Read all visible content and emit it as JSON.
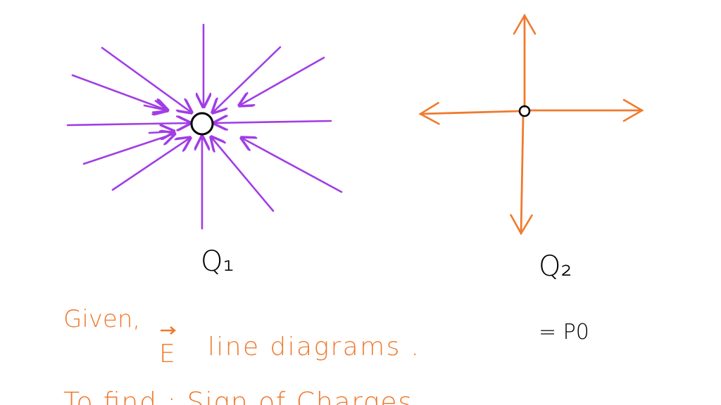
{
  "colors": {
    "field_q1": "#a13de6",
    "field_q2": "#f07a2e",
    "note": "#f07a2e",
    "ink": "#000000",
    "background": "#ffffff"
  },
  "labels": {
    "q1": "Q₁",
    "q2": "Q₂",
    "q2_value": "= P0"
  },
  "notes": {
    "given": "Given,",
    "e_vector": "E",
    "diagram_text": "line diagrams .",
    "to_find": "To find : Sign of Charges"
  }
}
